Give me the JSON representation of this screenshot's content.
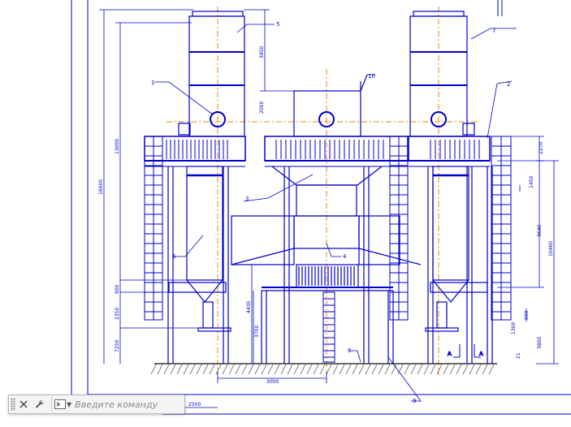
{
  "command_line": {
    "placeholder": "Введите команду",
    "close_icon": "close-x-icon",
    "settings_icon": "wrench-icon",
    "prompt_icon": "command-prompt-icon"
  },
  "drawing": {
    "callouts": [
      "1",
      "2",
      "3",
      "4",
      "5",
      "6",
      "7",
      "8",
      "9",
      "10"
    ],
    "section_marks": [
      "А",
      "А"
    ],
    "dims_vertical": [
      "3450",
      "2000",
      "13000",
      "16000",
      "900",
      "2350",
      "7250",
      "4430",
      "3700",
      "2270",
      "1450",
      "3640",
      "10460",
      "3800",
      "600",
      "1300",
      "21"
    ],
    "dims_horizontal": [
      "3000",
      "2500"
    ],
    "colors": {
      "line": "#0000cc",
      "axis": "#e88a00",
      "ground": "#555555"
    }
  }
}
